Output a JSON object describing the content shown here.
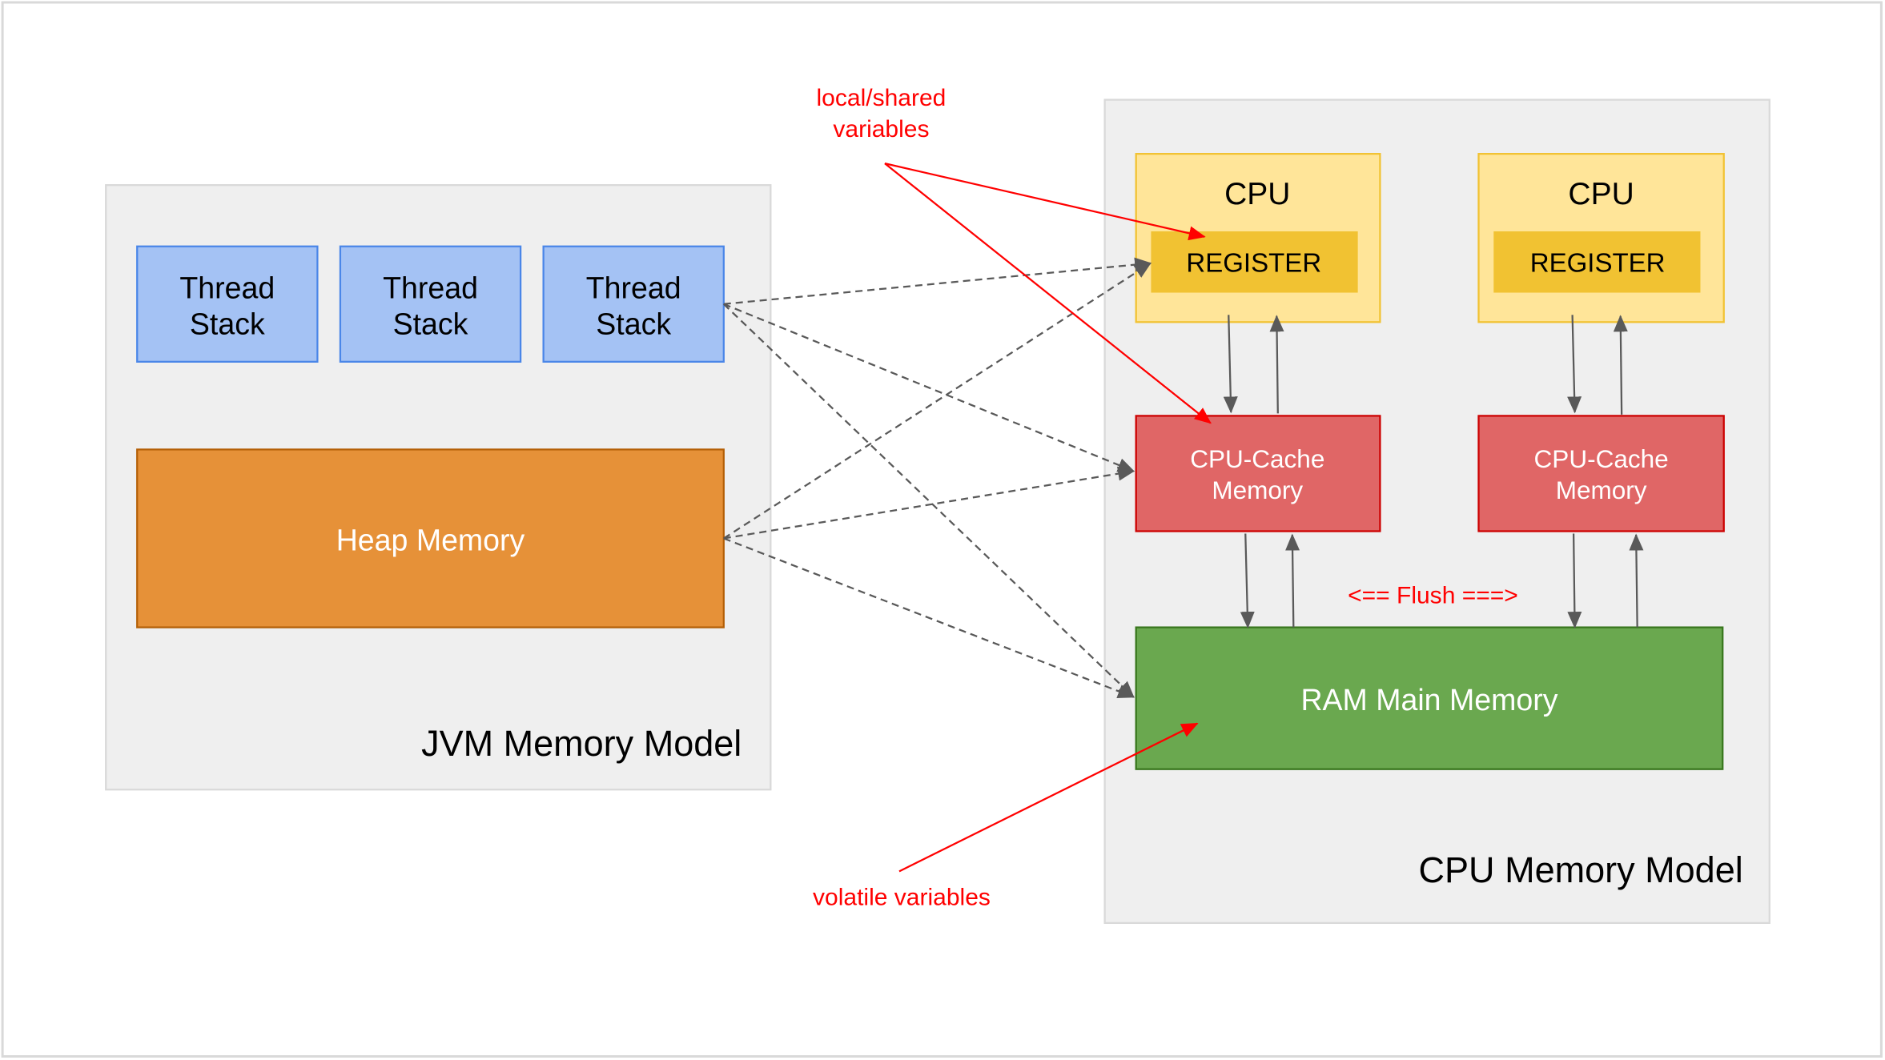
{
  "jvm": {
    "title": "JVM Memory Model",
    "thread_stacks": [
      {
        "line1": "Thread",
        "line2": "Stack"
      },
      {
        "line1": "Thread",
        "line2": "Stack"
      },
      {
        "line1": "Thread",
        "line2": "Stack"
      }
    ],
    "heap": "Heap Memory"
  },
  "cpu_model": {
    "title": "CPU Memory Model",
    "cpus": [
      {
        "label": "CPU",
        "register": "REGISTER",
        "cache_line1": "CPU-Cache",
        "cache_line2": "Memory"
      },
      {
        "label": "CPU",
        "register": "REGISTER",
        "cache_line1": "CPU-Cache",
        "cache_line2": "Memory"
      }
    ],
    "ram": "RAM Main Memory",
    "flush": "<== Flush ===>"
  },
  "annotations": {
    "local_shared_line1": "local/shared",
    "local_shared_line2": "variables",
    "volatile": "volatile variables"
  },
  "colors": {
    "thread_stack": "#a4c2f4",
    "heap": "#e69138",
    "cpu": "#ffe599",
    "register": "#f1c232",
    "cache": "#e06666",
    "ram": "#6aa84f",
    "annotation": "#ff0000"
  }
}
